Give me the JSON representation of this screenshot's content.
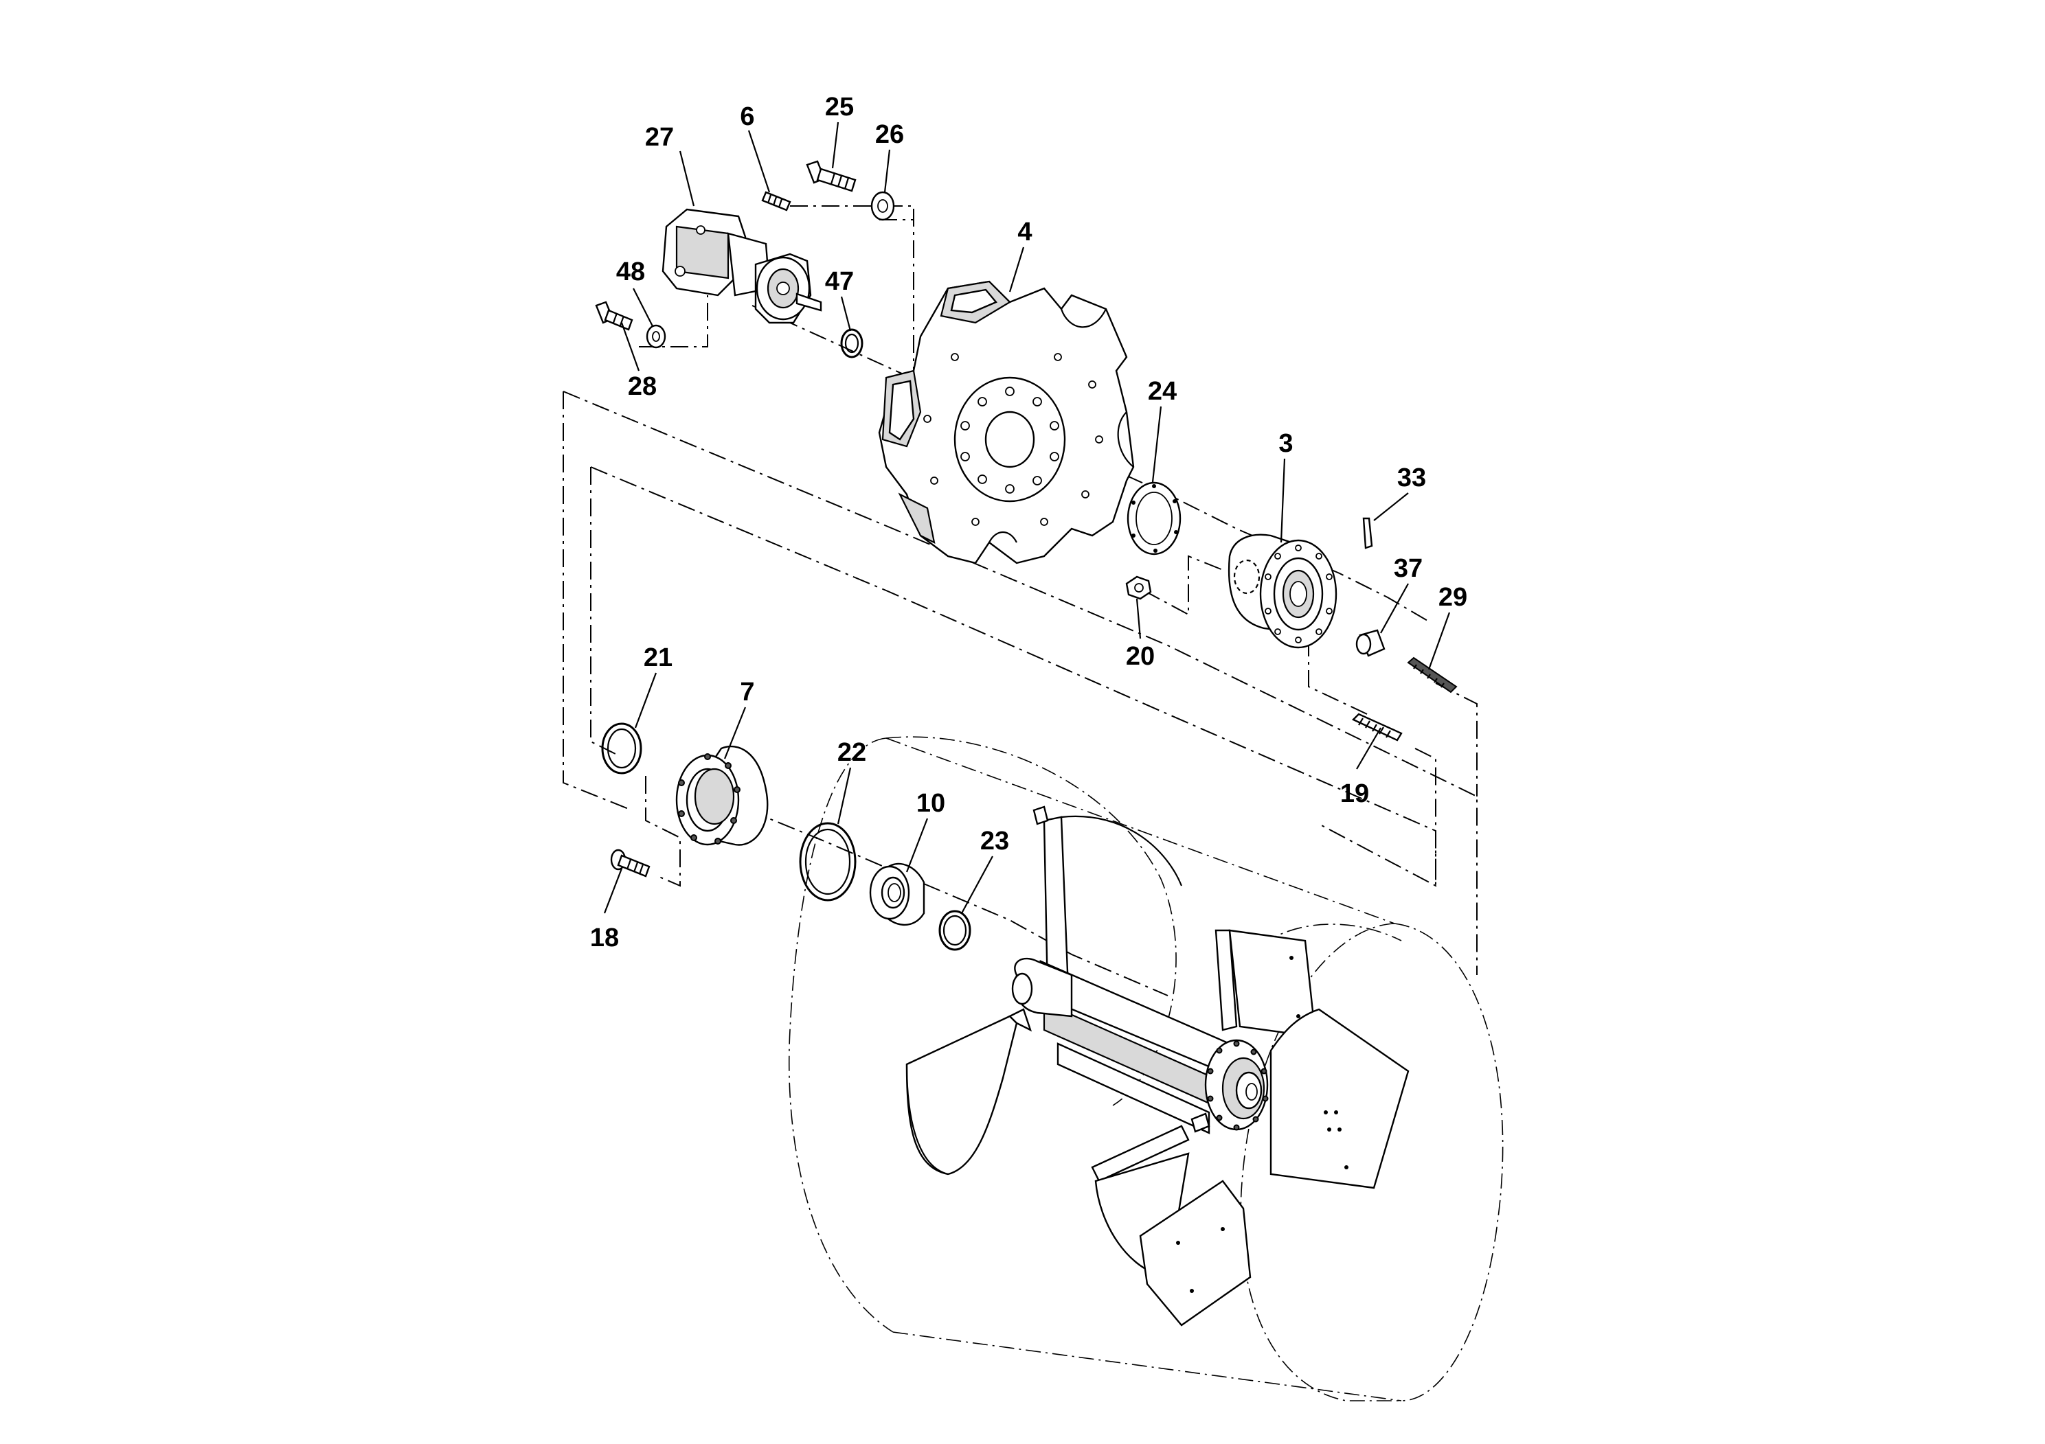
{
  "callouts": {
    "c27": "27",
    "c6": "6",
    "c25": "25",
    "c26": "26",
    "c4": "4",
    "c48": "48",
    "c47": "47",
    "c28": "28",
    "c24": "24",
    "c3": "3",
    "c33": "33",
    "c37": "37",
    "c29": "29",
    "c20": "20",
    "c21": "21",
    "c7": "7",
    "c22": "22",
    "c10": "10",
    "c23": "23",
    "c19": "19",
    "c18": "18"
  }
}
